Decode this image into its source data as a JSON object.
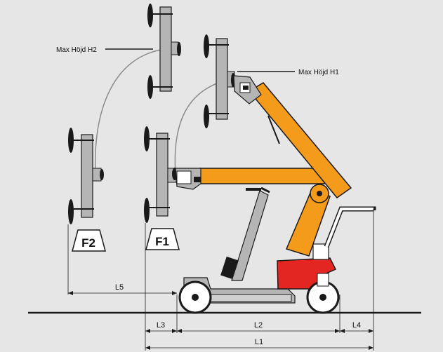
{
  "annotations": {
    "max_h2": "Max Höjd H2",
    "max_h1": "Max Höjd H1"
  },
  "load_markers": {
    "f1": "F1",
    "f2": "F2"
  },
  "dimensions": {
    "l1": "L1",
    "l2": "L2",
    "l3": "L3",
    "l4": "L4",
    "l5": "L5"
  },
  "colors": {
    "background": "#e6e6e6",
    "arm_orange": "#f59b1c",
    "base_red": "#e32622",
    "frame_grey": "#b5b5b5",
    "outline": "#1a1a1a"
  }
}
